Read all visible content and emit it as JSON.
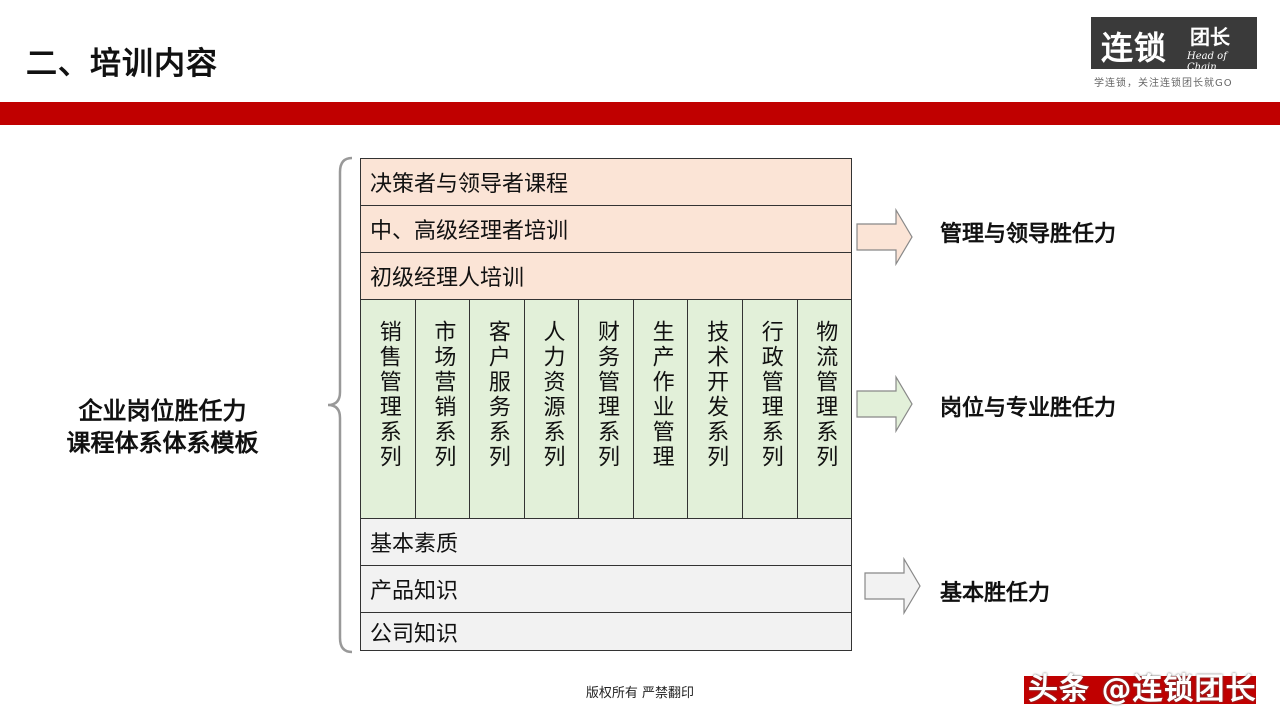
{
  "title": "二、培训内容",
  "logo": {
    "main": "连锁",
    "small": "团长",
    "english": "Head of Chain",
    "tagline": "学连锁，关注连锁团长就GO"
  },
  "left_label": {
    "line1": "企业岗位胜任力",
    "line2": "课程体系体系模板"
  },
  "rows_top": [
    "决策者与领导者课程",
    "中、高级经理者培训",
    "初级经理人培训"
  ],
  "columns": [
    "销售管理系列",
    "市场营销系列",
    "客户服务系列",
    "人力资源系列",
    "财务管理系列",
    "生产作业管理",
    "技术开发系列",
    "行政管理系列",
    "物流管理系列"
  ],
  "rows_bottom": [
    "基本素质",
    "产品知识",
    "公司知识"
  ],
  "competencies": [
    "管理与领导胜任力",
    "岗位与专业胜任力",
    "基本胜任力"
  ],
  "colors": {
    "accent_red": "#c00000",
    "peach": "#fbe4d6",
    "green": "#e2f0d9",
    "gray": "#f2f2f2"
  },
  "footer": "版权所有  严禁翻印",
  "watermark": "头条 @连锁团长"
}
